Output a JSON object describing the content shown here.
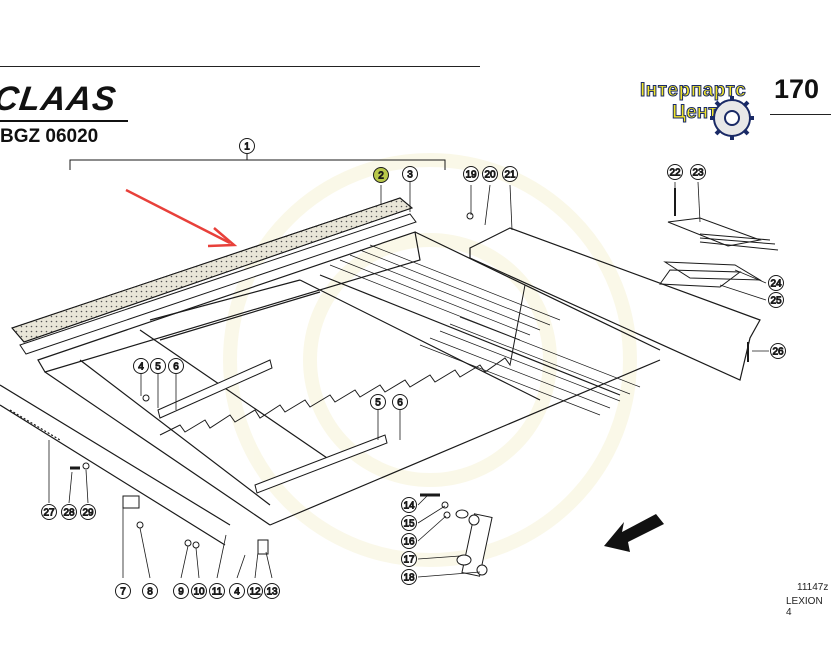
{
  "header": {
    "brand": "CLAAS",
    "code": "BGZ 06020",
    "page_number": "170",
    "watermark_line1": "Інтерпартс",
    "watermark_line2": "Центр"
  },
  "footer": {
    "figure_id": "11147z",
    "model": "LEXION 4"
  },
  "colors": {
    "highlight": "#b9c94a",
    "arrow_red": "#e8403a",
    "line": "#1a1a1a",
    "watermark_yellow": "#f2e52a",
    "watermark_blue": "#1a2a66"
  },
  "callouts": [
    {
      "id": "c1",
      "label": "1"
    },
    {
      "id": "c2",
      "label": "2",
      "highlighted": true
    },
    {
      "id": "c3",
      "label": "3"
    },
    {
      "id": "c4a",
      "label": "4"
    },
    {
      "id": "c5a",
      "label": "5"
    },
    {
      "id": "c6a",
      "label": "6"
    },
    {
      "id": "c5b",
      "label": "5"
    },
    {
      "id": "c6b",
      "label": "6"
    },
    {
      "id": "c7",
      "label": "7"
    },
    {
      "id": "c8",
      "label": "8"
    },
    {
      "id": "c9",
      "label": "9"
    },
    {
      "id": "c10",
      "label": "10"
    },
    {
      "id": "c11",
      "label": "11"
    },
    {
      "id": "c4b",
      "label": "4"
    },
    {
      "id": "c12",
      "label": "12"
    },
    {
      "id": "c13",
      "label": "13"
    },
    {
      "id": "c14",
      "label": "14"
    },
    {
      "id": "c15",
      "label": "15"
    },
    {
      "id": "c16",
      "label": "16"
    },
    {
      "id": "c17",
      "label": "17"
    },
    {
      "id": "c18",
      "label": "18"
    },
    {
      "id": "c19",
      "label": "19"
    },
    {
      "id": "c20",
      "label": "20"
    },
    {
      "id": "c21",
      "label": "21"
    },
    {
      "id": "c22",
      "label": "22"
    },
    {
      "id": "c23",
      "label": "23"
    },
    {
      "id": "c24",
      "label": "24"
    },
    {
      "id": "c25",
      "label": "25"
    },
    {
      "id": "c26",
      "label": "26"
    },
    {
      "id": "c27",
      "label": "27"
    },
    {
      "id": "c28",
      "label": "28"
    },
    {
      "id": "c29",
      "label": "29"
    }
  ]
}
